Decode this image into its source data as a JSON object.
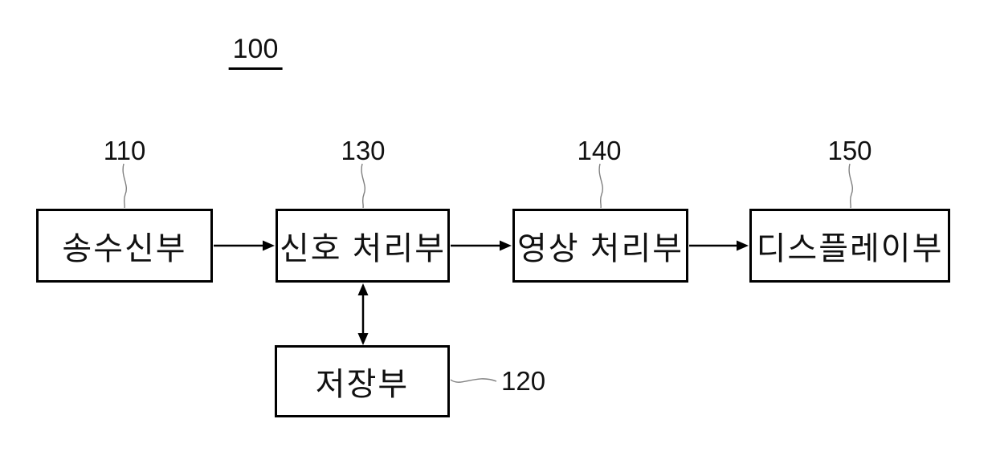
{
  "figure": {
    "number": "100"
  },
  "blocks": [
    {
      "ref": "110",
      "label": "송수신부"
    },
    {
      "ref": "130",
      "label": "신호 처리부"
    },
    {
      "ref": "140",
      "label": "영상 처리부"
    },
    {
      "ref": "150",
      "label": "디스플레이부"
    },
    {
      "ref": "120",
      "label": "저장부"
    }
  ],
  "connections": [
    {
      "from": "110",
      "to": "130",
      "type": "arrow-right"
    },
    {
      "from": "130",
      "to": "140",
      "type": "arrow-right"
    },
    {
      "from": "140",
      "to": "150",
      "type": "arrow-right"
    },
    {
      "from": "130",
      "to": "120",
      "type": "arrow-bidirectional"
    }
  ],
  "colors": {
    "line": "#000000",
    "leader": "#808080",
    "background": "#ffffff",
    "text": "#111111"
  }
}
